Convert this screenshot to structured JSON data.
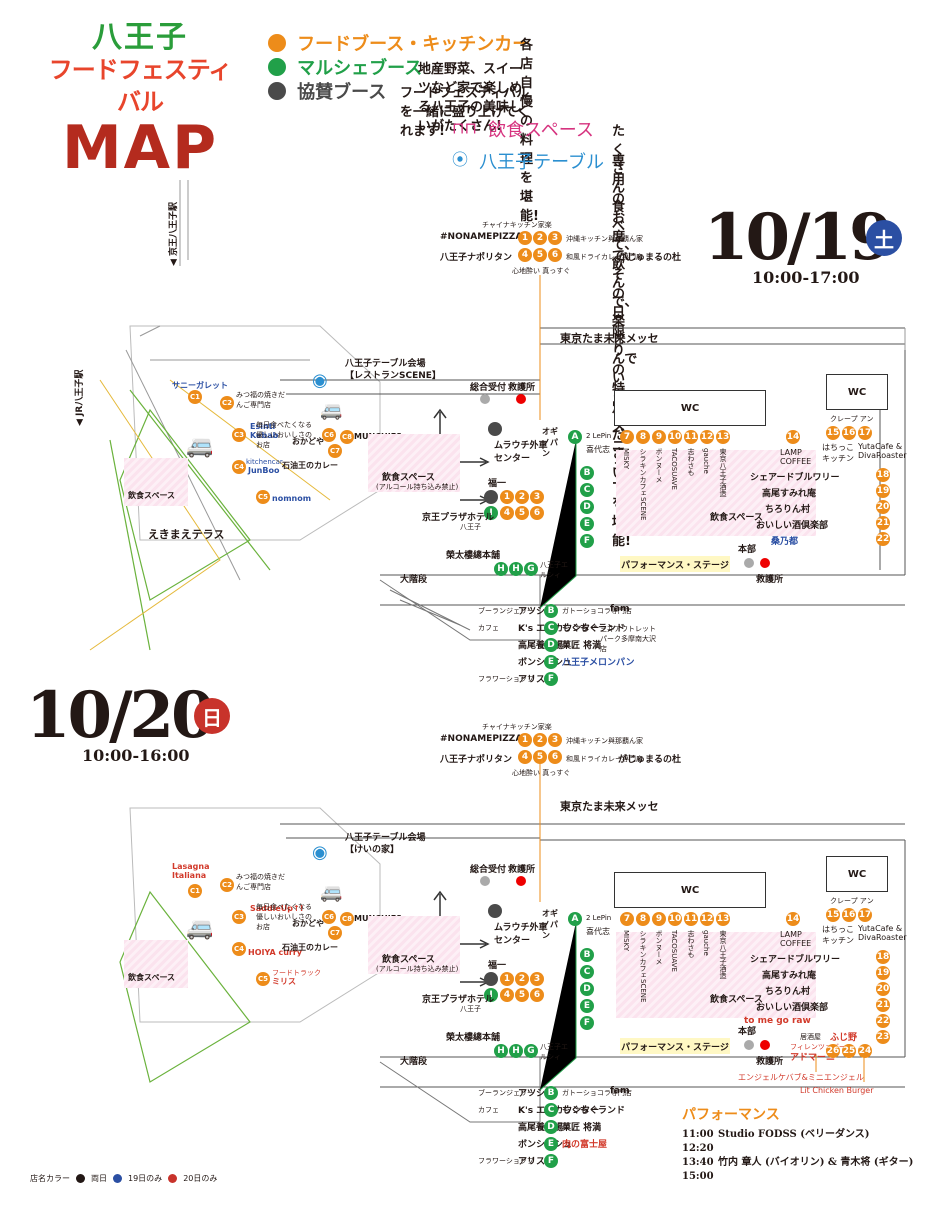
{
  "logo": {
    "line1": "八王子",
    "line2": "フードフェスティバル",
    "line3": "MAP"
  },
  "legend": [
    {
      "label": "フードブース・キッチンカー",
      "desc": "各店自慢の料理を堪能!",
      "color": "#ed8c1a"
    },
    {
      "label": "マルシェブース",
      "desc": "地産野菜、スイーツなど家で楽しめる八王子の美味しいがたくさん!",
      "color": "#21a049"
    },
    {
      "label": "協賛ブース",
      "desc": "フードフェスティバルを一緒に盛り上げてくれます!",
      "color": "#4a4a4a"
    }
  ],
  "legend2": [
    {
      "label": "飲食スペース",
      "desc": "たくさん食べて、飲んで、楽しんでいってください!",
      "color": "#d6337f"
    },
    {
      "label": "八王子テーブル",
      "desc": "専用のお席で、その日限りの特別メニューを堪能!",
      "color": "#2b8fd0"
    }
  ],
  "day1": {
    "date": "10/19",
    "day": "土",
    "time": "10:00-17:00",
    "daycolor": "#2b4fa3"
  },
  "day2": {
    "date": "10/20",
    "day": "日",
    "time": "10:00-16:00",
    "daycolor": "#c8332b"
  },
  "common": {
    "chinese": "チャイナキッチン家楽",
    "noname": "#NONAMEPIZZA",
    "okinawa": "沖縄キッチン與那覇ん家",
    "napolitan": "八王子ナポリタン",
    "curry_small": "和風ドライカレー専門店",
    "curry": "がじゅまるの杜",
    "mashasu_small": "心地酔い",
    "mashasu": "真っすぐ",
    "station_keio": "京王八王子駅",
    "station_jr": "JR八王子駅",
    "messe": "東京たま未来メッセ",
    "reception": "総合受付",
    "firstaid": "救護所",
    "wc": "WC",
    "crepe_small": "クレープ",
    "crepe": "アン",
    "hachikko": "はちっこキッチン",
    "yuta": "YutaCafe & DivaRoaster",
    "lamp": "LAMP COFFEE",
    "lepin": "LePin",
    "kidaiho": "喜代志",
    "ogino": "オギノパン",
    "muraushi": "ムラウチ外車センター",
    "fukuichi": "福一",
    "keioplaza": "京王プラザホテル",
    "keioplaza_small": "八王子",
    "eitaro": "榮太樓總本舗",
    "eruci": "八王子エルシィ",
    "eating": "飲食スペース",
    "noalcohol": "(アルコール持ち込み禁止)",
    "ekimae": "えきまえテラス",
    "okadoya_small": "毎日食べたくなる 優しいおいしさのお店",
    "okadoya": "おかどや",
    "ishiaburo": "石油王のカレー",
    "munchies": "MUNCHIES",
    "mitsufuku": "みつ福の焼きだんご専門店",
    "daikaidan": "大階段",
    "stage": "パフォーマンス・ステージ",
    "honbu": "本部",
    "shared": "シェアードブルワリー",
    "sumire": "高尾すみれ庵",
    "chirorin": "ちろりん村",
    "oishii": "おいしい酒倶楽部",
    "misky": "MISKY",
    "scene": "シラキンカフェSCENE",
    "bonsume": "ボンヌーメ",
    "tacosuave": "TACOSUAVE",
    "shigure": "志わさも",
    "gauche": "gauche",
    "sakaya": "東京八王子酒造",
    "aturi": "アツシ",
    "aturi_small": "ブーランジェリー",
    "fam": "fam",
    "fam_small": "ガトーショコラ専門店",
    "ks": "K's エンカウンター",
    "ks_small": "カフェ",
    "mogumogu": "もぐもぐランド",
    "takao_bee": "高尾養蜂場",
    "shosuke": "菓匠 将満",
    "shosuke_small": "三井アウトレットパーク多摩南大沢店",
    "bonchouchou": "ボンシュシュ",
    "alice": "アリス",
    "alice_small": "フラワーショップ"
  },
  "day1_only": {
    "table": "八王子テーブル会場\n【レストランSCENE】",
    "c1": "サニーガレット",
    "c3": "Esinti Kebab",
    "c4small": "kitchencar",
    "c4": "JunBoo",
    "c5": "nomnom",
    "f22": "桑乃都",
    "e5": "八王子メロンパン"
  },
  "day2_only": {
    "table": "八王子テーブル会場\n【けいの家】",
    "c1": "Lasagna Italiana",
    "c3": "SaddleUp↑!",
    "c4": "HOIYA curry",
    "c5small": "フードトラック",
    "c5": "ミリス",
    "f22": "to me go raw",
    "f23small": "居酒屋",
    "f23": "ふじ野",
    "f26small": "フィレンツェバール",
    "f26": "アドマーニ",
    "f25": "エンジェルケバブ&ミニエンジェル",
    "f24": "Lit Chicken Burger",
    "e5": "肉の富士屋"
  },
  "performance": {
    "title": "パフォーマンス",
    "rows": [
      {
        "time": "11:00",
        "text": "Studio FODSS (ベリーダンス)"
      },
      {
        "time": "12:20",
        "text": ""
      },
      {
        "time": "13:40",
        "text": "竹内 章人 (バイオリン) & 青木将 (ギター)"
      },
      {
        "time": "15:00",
        "text": ""
      }
    ]
  },
  "colorkey": {
    "label": "店名カラー",
    "both": "両日",
    "d19": "19日のみ",
    "d20": "20日のみ"
  }
}
